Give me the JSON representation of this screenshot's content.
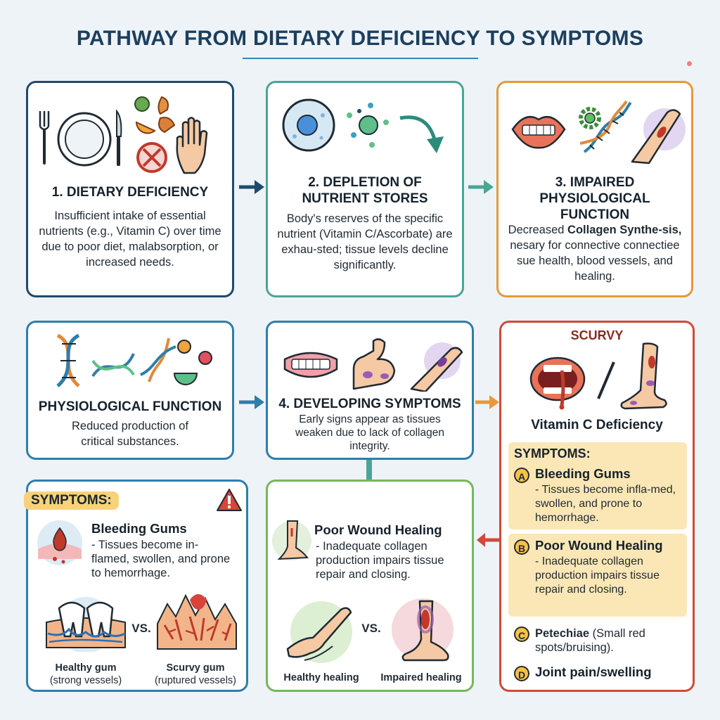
{
  "title": "PATHWAY FROM DIETARY DEFICIENCY TO SYMPTOMS",
  "cards": {
    "c1": {
      "heading": "1. DIETARY DEFICIENCY",
      "body": "Insufficient intake of essential nutrients (e.g., Vitamin C) over time due to poor diet, malabsorption, or increased needs."
    },
    "c2": {
      "heading": "2. DEPLETION OF NUTRIENT STORES",
      "body": "Body's reserves of the specific nutrient (Vitamin C/Ascorbate) are exhau-sted; tissue levels decline significantly."
    },
    "c3": {
      "heading": "3. IMPAIRED PHYSIOLOGICAL FUNCTION",
      "body_pre": "Decreased ",
      "body_bold": "Collagen Synthe-sis,",
      "body_post": " nesary for connective connectiee sue health, blood vessels, and healing."
    },
    "c4": {
      "heading": "PHYSIOLOGICAL FUNCTION",
      "body": "Reduced production of critical substances."
    },
    "c5": {
      "heading": "4. DEVELOPING SYMPTOMS",
      "body": "Early signs appear as tissues weaken due to lack of collagen integrity."
    },
    "c6": {
      "label": "SCURVY",
      "subtitle": "Vitamin C Deficiency",
      "symptoms_label": "SYMPTOMS:",
      "items": [
        {
          "letter": "A",
          "title": "Bleeding Gums",
          "text": "- Tissues become infla-med, swollen, and prone to hemorrhage."
        },
        {
          "letter": "B",
          "title": "Poor Wound Healing",
          "text": "- Inadequate collagen production impairs tissue repair and closing."
        },
        {
          "letter": "C",
          "title": "Petechiae",
          "text": "(Small red spots/bruising)."
        },
        {
          "letter": "D",
          "title": "Joint pain/swelling",
          "text": ""
        }
      ]
    },
    "c7": {
      "symptoms_label": "SYMPTOMS:",
      "title": "Bleeding Gums",
      "text": "- Tissues become in-flamed, swollen, and prone to hemorrhage.",
      "vs": "VS.",
      "left_caption_bold": "Healthy gum",
      "left_caption": "(strong vessels)",
      "right_caption_bold": "Scurvy gum",
      "right_caption": "(ruptured vessels)"
    },
    "c8": {
      "title": "Poor Wound Healing",
      "text": "- Inadequate collagen production impairs tissue repair and closing.",
      "vs": "VS.",
      "left_caption": "Healthy healing",
      "right_caption": "Impaired healing"
    }
  },
  "icons": [
    "fork-icon",
    "plate-icon",
    "knife-icon",
    "food-icon",
    "no-icon",
    "hand-icon",
    "cell-icon",
    "particles-icon",
    "curved-arrow-icon",
    "lips-icon",
    "gear-icon",
    "dna-icon",
    "bruised-arm-icon",
    "warning-icon",
    "blood-drop-icon"
  ],
  "colors": {
    "navy": "#1f4a6b",
    "teal": "#4aa596",
    "orange": "#e8983a",
    "red": "#cf4a3a",
    "green": "#78b65a",
    "highlight": "#fbe7b6"
  }
}
